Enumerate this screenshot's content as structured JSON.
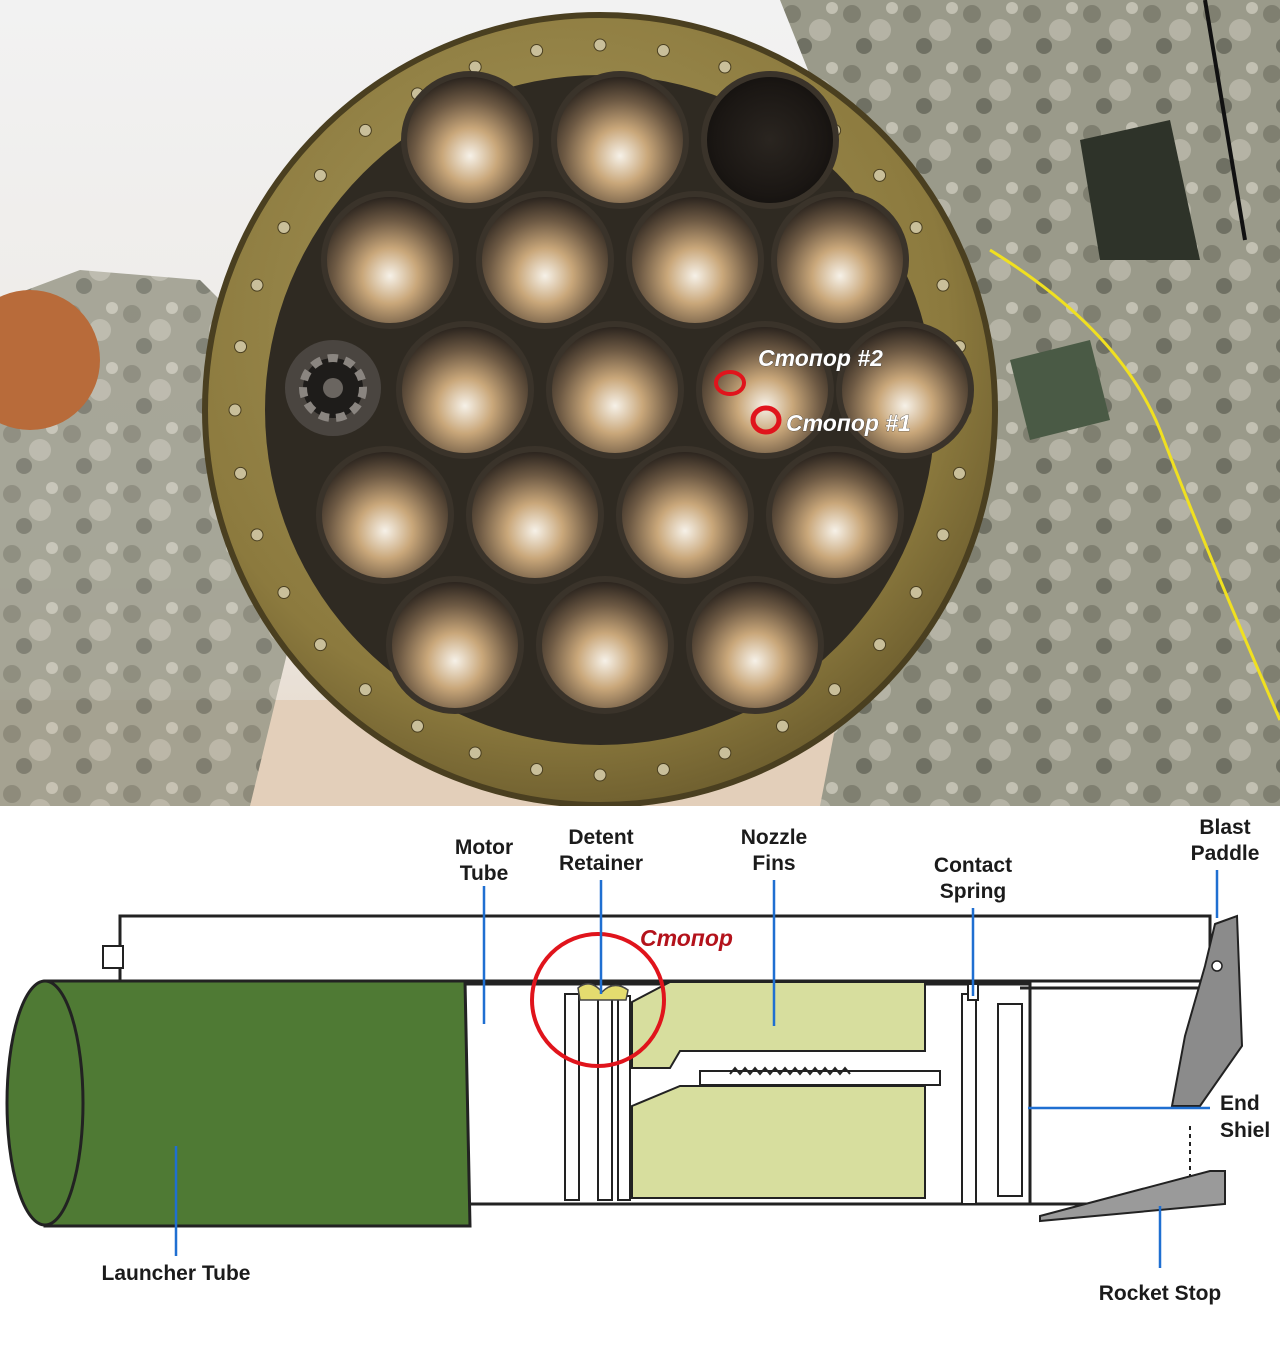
{
  "photo": {
    "callouts": [
      {
        "id": "stopor-2",
        "label": "Стопор #2"
      },
      {
        "id": "stopor-1",
        "label": "Стопор #1"
      }
    ],
    "colors": {
      "marker": "#e0141c",
      "launcher_ring": "#8c7a3e"
    }
  },
  "diagram": {
    "labels": {
      "motor_tube": [
        "Motor",
        "Tube"
      ],
      "detent_retainer": [
        "Detent",
        "Retainer"
      ],
      "nozzle_fins": [
        "Nozzle",
        "Fins"
      ],
      "contact_spring": [
        "Contact",
        "Spring"
      ],
      "blast_paddle": [
        "Blast",
        "Paddle"
      ],
      "end_shield": [
        "End",
        "Shiel"
      ],
      "launcher_tube": "Launcher Tube",
      "rocket_stop": "Rocket Stop"
    },
    "stopor_label": "Стопор",
    "colors": {
      "launcher_tube": "#4f7a34",
      "rocket_body": "#d7de9e",
      "leader_line": "#1f6fd1",
      "stopor": "#b3121b"
    }
  }
}
